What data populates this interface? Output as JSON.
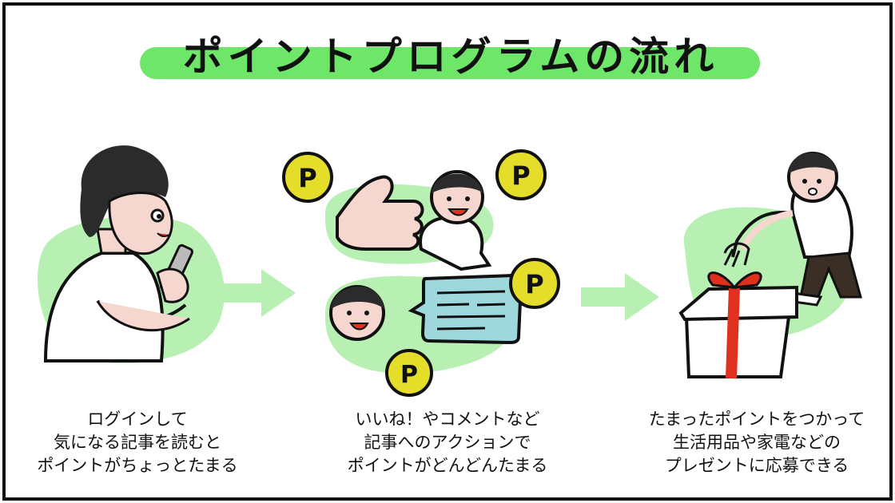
{
  "title": "ポイントプログラムの流れ",
  "colors": {
    "title_highlight": "#6ee66a",
    "blob_green": "#b8f0b4",
    "arrow_green": "#b8f0b4",
    "coin": "#e4dd2a",
    "speech_bubble": "#9fd8dc",
    "gift_ribbon": "#e0301e",
    "skin": "#f5d7cf",
    "hair": "#2b2b2b"
  },
  "coins": [
    "P",
    "P",
    "P",
    "P"
  ],
  "steps": [
    {
      "lines": [
        "ログインして",
        "気になる記事を読むと",
        "ポイントがちょっとたまる"
      ],
      "icon": "person-reading-phone-icon"
    },
    {
      "lines": [
        "いいね！やコメントなど",
        "記事へのアクションで",
        "ポイントがどんどんたまる"
      ],
      "icon": "like-and-comment-icon"
    },
    {
      "lines": [
        "たまったポイントをつかって",
        "生活用品や家電などの",
        "プレゼントに応募できる"
      ],
      "icon": "gift-box-icon"
    }
  ]
}
